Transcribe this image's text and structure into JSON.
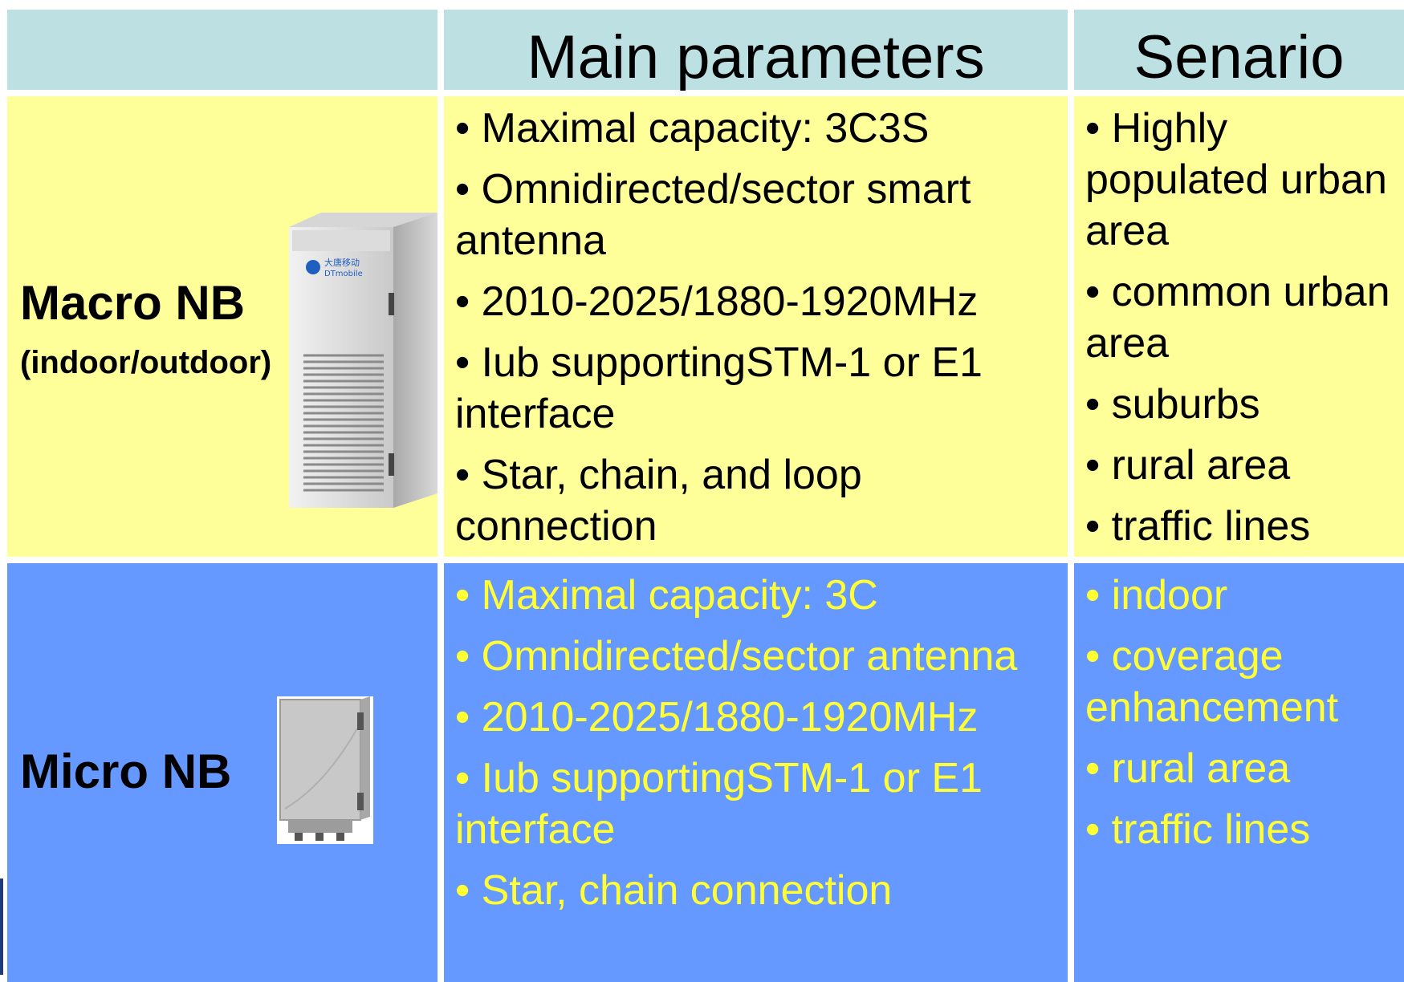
{
  "header": {
    "col2": "Main parameters",
    "col3": "Senario"
  },
  "macro": {
    "name": "Macro NB",
    "sub": "(indoor/outdoor)",
    "logo": {
      "cn": "大唐移动",
      "en": "DTmobile"
    },
    "params": [
      "Maximal capacity: 3C3S",
      "Omnidirected/sector smart antenna",
      "2010-2025/1880-1920MHz",
      "Iub supportingSTM-1 or E1 interface",
      "Star, chain, and loop connection"
    ],
    "scenario": [
      "Highly populated urban area",
      "common urban area",
      "suburbs",
      "rural area",
      "traffic lines"
    ]
  },
  "micro": {
    "name": "Micro NB",
    "params": [
      "Maximal capacity: 3C",
      "Omnidirected/sector antenna",
      "2010-2025/1880-1920MHz",
      "Iub supportingSTM-1 or E1 interface",
      "Star, chain connection"
    ],
    "scenario": [
      "indoor",
      "coverage enhancement",
      "rural area",
      "traffic lines"
    ]
  },
  "colors": {
    "header_bg": "#bde1e3",
    "macro_bg": "#ffff99",
    "micro_bg": "#6699ff",
    "micro_text": "#ffff33"
  }
}
